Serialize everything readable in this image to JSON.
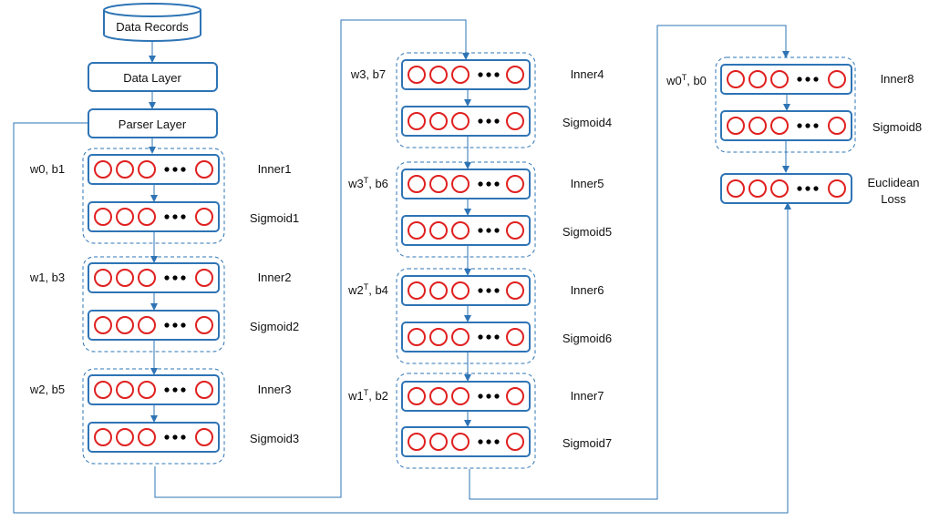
{
  "colors": {
    "stroke": "#2e74b5",
    "arrow": "#2e74b5",
    "neuron": "#e02020",
    "fill": "#ffffff",
    "text": "#111111"
  },
  "top": {
    "data_records": "Data Records",
    "data_layer": "Data Layer",
    "parser_layer": "Parser Layer"
  },
  "groups": [
    {
      "param_base": "w0, b1",
      "param_sup": "",
      "param_tail": "",
      "inner": "Inner1",
      "sigmoid": "Sigmoid1"
    },
    {
      "param_base": "w1, b3",
      "param_sup": "",
      "param_tail": "",
      "inner": "Inner2",
      "sigmoid": "Sigmoid2"
    },
    {
      "param_base": "w2, b5",
      "param_sup": "",
      "param_tail": "",
      "inner": "Inner3",
      "sigmoid": "Sigmoid3"
    },
    {
      "param_base": "w3, b7",
      "param_sup": "",
      "param_tail": "",
      "inner": "Inner4",
      "sigmoid": "Sigmoid4"
    },
    {
      "param_base": "w3",
      "param_sup": "T",
      "param_tail": ", b6",
      "inner": "Inner5",
      "sigmoid": "Sigmoid5"
    },
    {
      "param_base": "w2",
      "param_sup": "T",
      "param_tail": ", b4",
      "inner": "Inner6",
      "sigmoid": "Sigmoid6"
    },
    {
      "param_base": "w1",
      "param_sup": "T",
      "param_tail": ", b2",
      "inner": "Inner7",
      "sigmoid": "Sigmoid7"
    },
    {
      "param_base": "w0",
      "param_sup": "T",
      "param_tail": ", b0",
      "inner": "Inner8",
      "sigmoid": "Sigmoid8"
    }
  ],
  "loss": {
    "line1": "Euclidean",
    "line2": "Loss"
  }
}
